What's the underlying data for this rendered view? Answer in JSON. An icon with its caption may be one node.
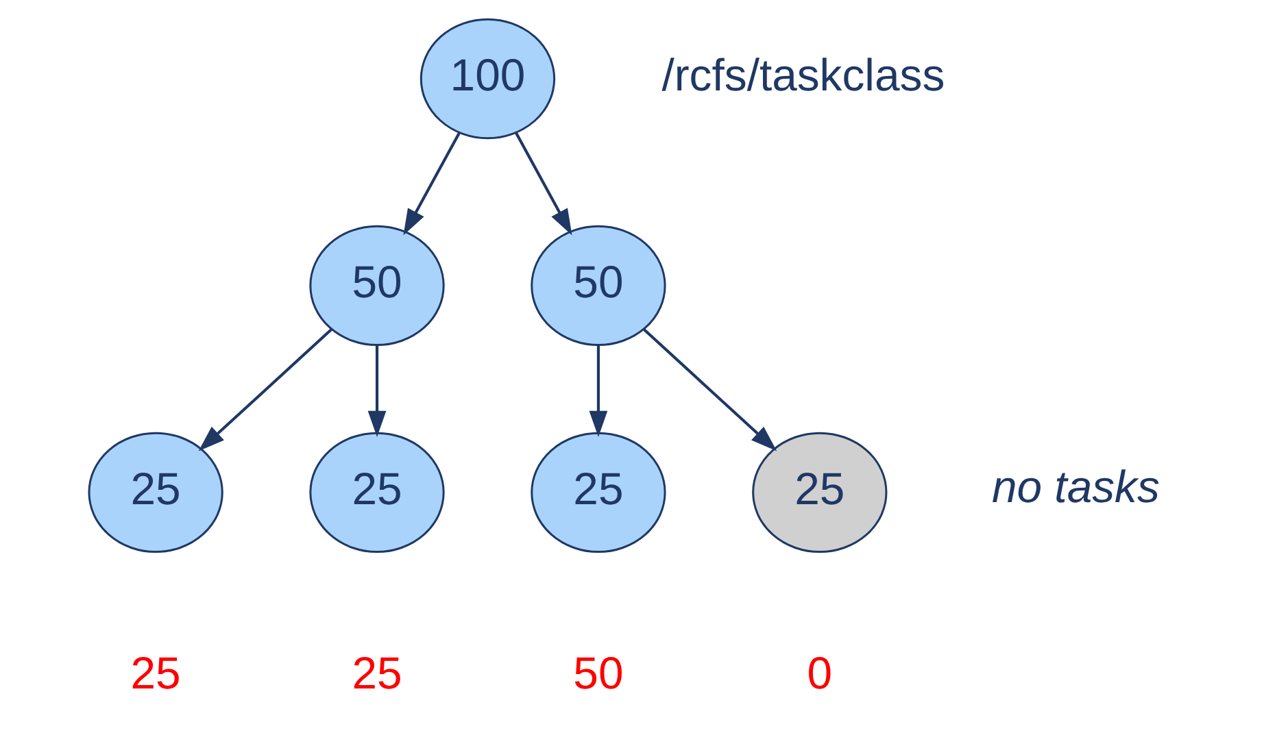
{
  "diagram": {
    "nodes": [
      {
        "text": [
          "100"
        ],
        "beside": [
          "/rcfs/taskclass"
        ]
      },
      {
        "text": [
          "50"
        ]
      },
      {
        "text": [
          "50"
        ]
      },
      {
        "text": [
          "25"
        ],
        "beside": [
          "25"
        ]
      },
      {
        "text": [
          "25"
        ],
        "beside": [
          "25"
        ]
      },
      {
        "text": [
          "25"
        ],
        "beside": [
          "50"
        ]
      },
      {
        "text": [
          "25"
        ],
        "beside": [
          "0",
          "no tasks"
        ]
      }
    ],
    "edges": [
      {
        "from": 0,
        "to": 1,
        "arrow": "to"
      },
      {
        "from": 0,
        "to": 2,
        "arrow": "to"
      },
      {
        "from": 1,
        "to": 3,
        "arrow": "to"
      },
      {
        "from": 1,
        "to": 4,
        "arrow": "to"
      },
      {
        "from": 2,
        "to": 5,
        "arrow": "to"
      },
      {
        "from": 2,
        "to": 6,
        "arrow": "to"
      }
    ]
  }
}
